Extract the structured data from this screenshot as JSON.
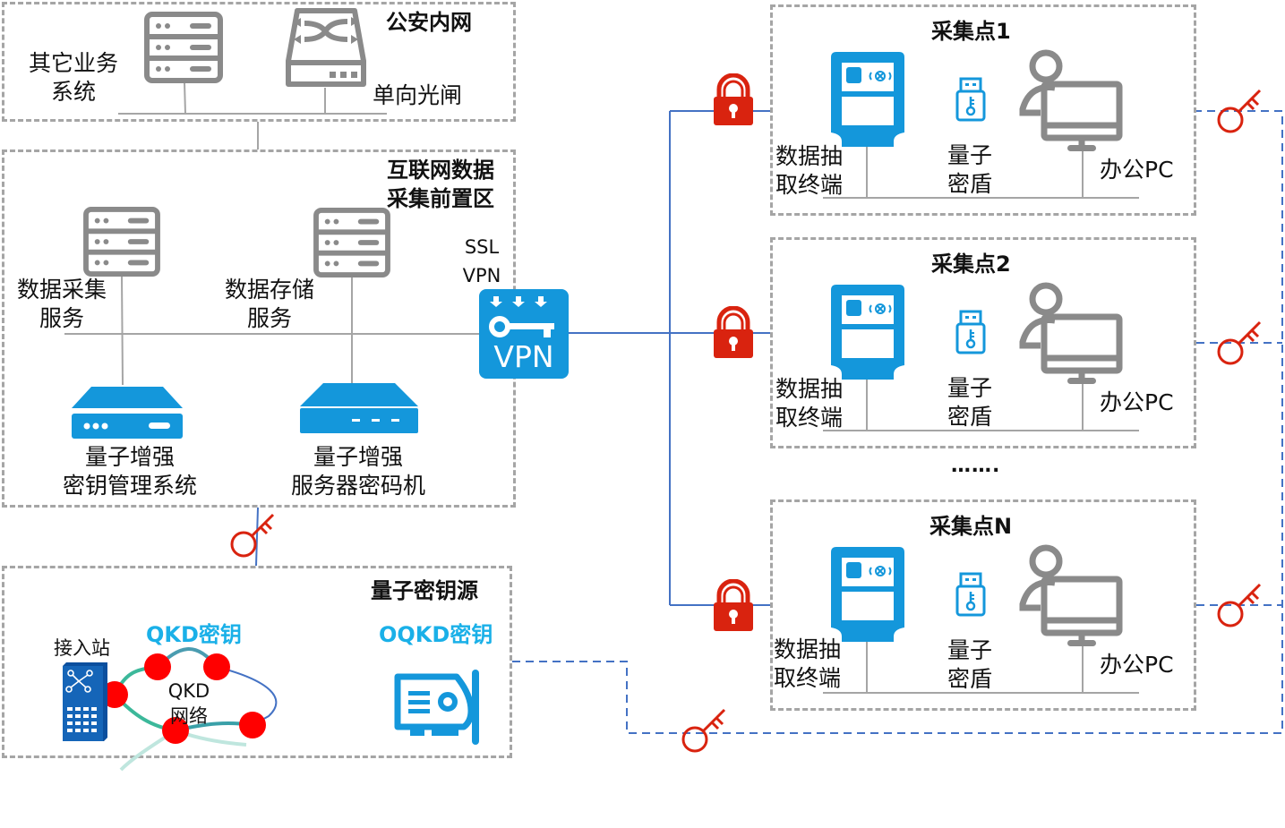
{
  "zones": {
    "police_intranet": {
      "title": "公安内网",
      "other_systems": [
        "其它业务",
        "系统"
      ],
      "gate": "单向光闸"
    },
    "internet_front": {
      "title": [
        "互联网数据",
        "采集前置区"
      ],
      "collect_service": [
        "数据采集",
        "服务"
      ],
      "storage_service": [
        "数据存储",
        "服务"
      ],
      "kms": [
        "量子增强",
        "密钥管理系统"
      ],
      "hsm": [
        "量子增强",
        "服务器密码机"
      ],
      "ssl_vpn": [
        "SSL",
        "VPN"
      ],
      "vpn_icon_text": "VPN"
    },
    "quantum_source": {
      "title": "量子密钥源",
      "qkd_key": "QKD密钥",
      "oqkd_key": "OQKD密钥",
      "access_station": "接入站",
      "qkd_network": [
        "QKD",
        "网络"
      ]
    },
    "sites": [
      {
        "title": "采集点1",
        "terminal": [
          "数据抽",
          "取终端"
        ],
        "shield": [
          "量子",
          "密盾"
        ],
        "pc": "办公PC"
      },
      {
        "title": "采集点2",
        "terminal": [
          "数据抽",
          "取终端"
        ],
        "shield": [
          "量子",
          "密盾"
        ],
        "pc": "办公PC"
      },
      {
        "title": "采集点N",
        "terminal": [
          "数据抽",
          "取终端"
        ],
        "shield": [
          "量子",
          "密盾"
        ],
        "pc": "办公PC"
      }
    ],
    "ellipsis": "……."
  },
  "colors": {
    "device_blue": "#1497db",
    "lock_red": "#d9230f",
    "key_red": "#d9230f",
    "link_blue": "#4472c4",
    "zone_gray": "#a5a5a5",
    "icon_gray": "#8a8a8a",
    "node_red": "#ff0000",
    "accent_cyan": "#1ab0e8"
  }
}
